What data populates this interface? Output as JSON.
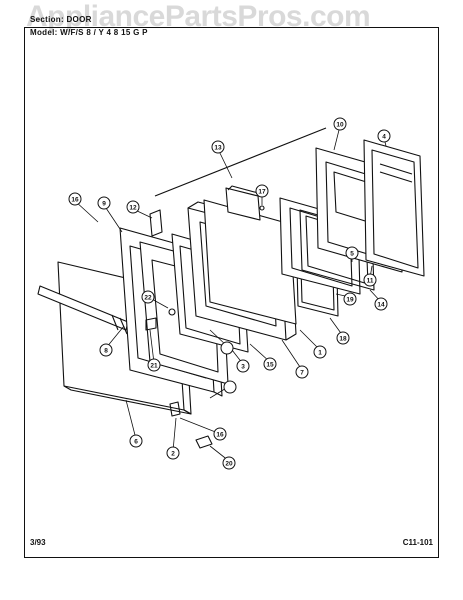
{
  "header": {
    "section_line": "Section: DOOR",
    "model_line": "Model: W/F/S 8 / Y 4 8 15 G P"
  },
  "watermark": "AppliancePartsPros.com",
  "footer": {
    "date": "3/93",
    "code": "C11-101"
  },
  "callouts": {
    "c1": "1",
    "c2": "2",
    "c3": "3",
    "c4": "4",
    "c5": "5",
    "c6": "6",
    "c7": "7",
    "c8": "8",
    "c9": "9",
    "c10": "10",
    "c11": "11",
    "c12": "12",
    "c13": "13",
    "c14": "14",
    "c15": "15",
    "c16a": "16",
    "c16b": "16",
    "c17": "17",
    "c18": "18",
    "c19": "19",
    "c20": "20",
    "c21": "21",
    "c22": "22"
  }
}
